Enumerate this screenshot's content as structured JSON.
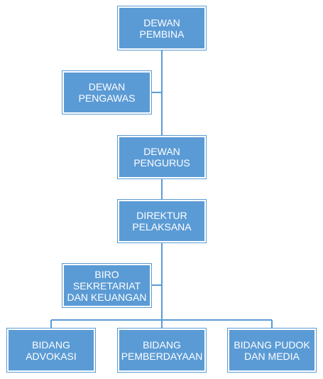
{
  "colors": {
    "node_fill": "#5b9bd5",
    "line": "#5b9bd5",
    "text": "#ffffff"
  },
  "org_chart": {
    "dewan_pembina": "DEWAN PEMBINA",
    "dewan_pengawas": "DEWAN\nPENGAWAS",
    "dewan_pengurus": "DEWAN\nPENGURUS",
    "direktur_pelaksana": "DIREKTUR\nPELAKSANA",
    "biro_sekretariat": "BIRO\nSEKRETARIAT\nDAN KEUANGAN",
    "bidang_advokasi": "BIDANG\nADVOKASI",
    "bidang_pemberdayaan": "BIDANG\nPEMBERDAYAAN",
    "bidang_pudok": "BIDANG PUDOK\nDAN MEDIA"
  }
}
